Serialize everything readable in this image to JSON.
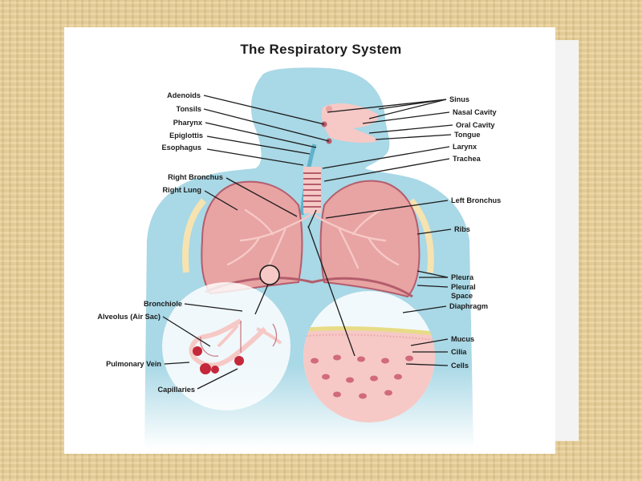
{
  "title": "The Respiratory System",
  "labels": {
    "adenoids": "Adenoids",
    "tonsils": "Tonsils",
    "pharynx": "Pharynx",
    "epiglottis": "Epiglottis",
    "esophagus": "Esophagus",
    "right_bronchus": "Right Bronchus",
    "right_lung": "Right Lung",
    "bronchiole": "Bronchiole",
    "alveolus": "Alveolus (Air Sac)",
    "pulmonary_vein": "Pulmonary Vein",
    "capillaries": "Capillaries",
    "sinus": "Sinus",
    "nasal_cavity": "Nasal Cavity",
    "oral_cavity": "Oral Cavity",
    "tongue": "Tongue",
    "larynx": "Larynx",
    "trachea": "Trachea",
    "left_bronchus": "Left Bronchus",
    "ribs": "Ribs",
    "pleura": "Pleura",
    "pleural_space_1": "Pleural",
    "pleural_space_2": "Space",
    "diaphragm": "Diaphragm",
    "mucus": "Mucus",
    "cilia": "Cilia",
    "cells": "Cells"
  },
  "colors": {
    "body": "#a9d8e6",
    "lung": "#e8a3a3",
    "lung_outline": "#b45d6c",
    "pink_light": "#f6c9c6",
    "blood": "#c4283a",
    "frame": "#e9cf95",
    "line": "#1c1c1c"
  }
}
